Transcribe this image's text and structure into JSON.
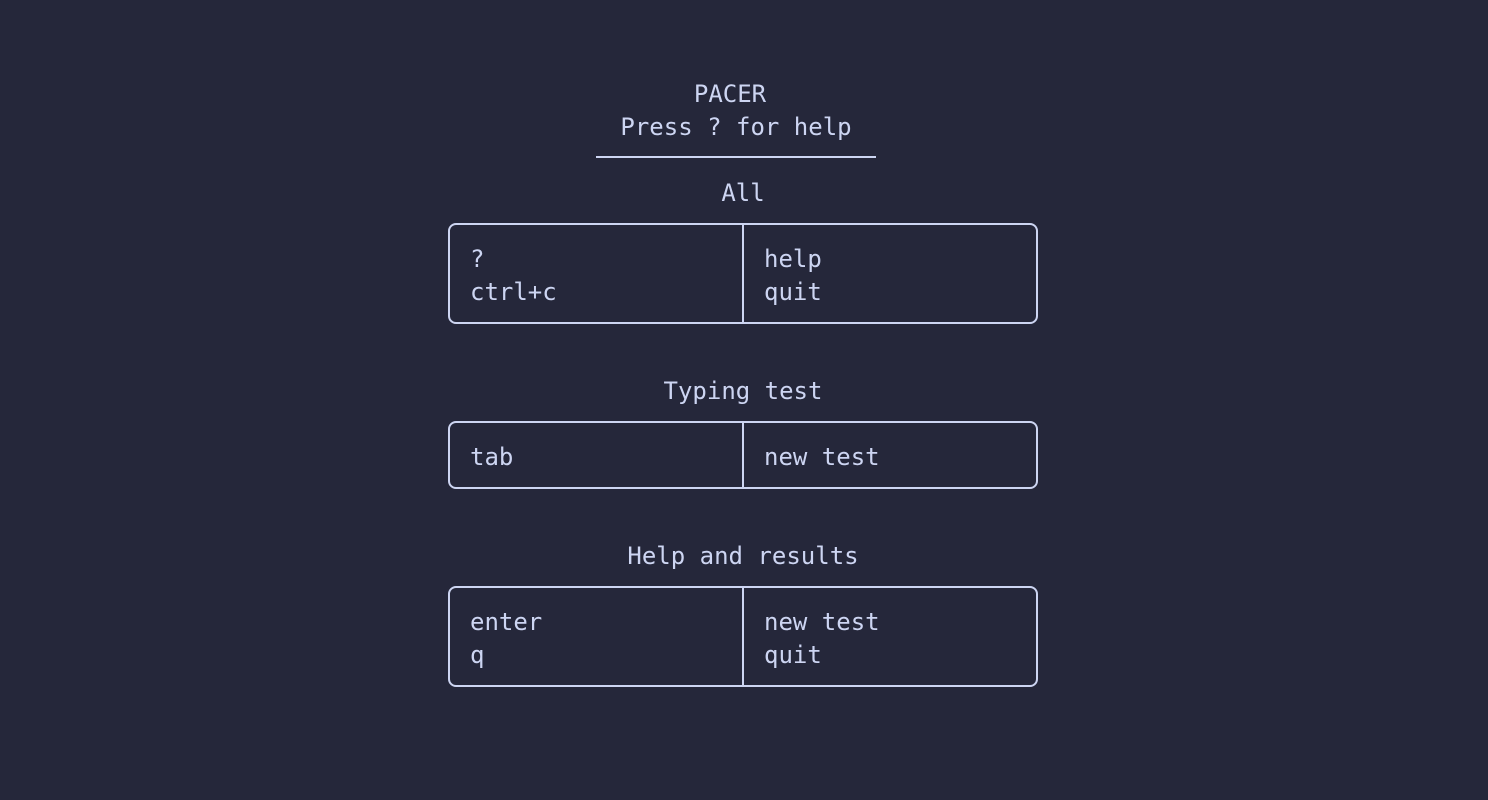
{
  "header": {
    "title": "PACER",
    "subtitle": "Press ? for help"
  },
  "sections": [
    {
      "title": "All",
      "bindings": [
        {
          "key": "?",
          "action": "help"
        },
        {
          "key": "ctrl+c",
          "action": "quit"
        }
      ]
    },
    {
      "title": "Typing test",
      "bindings": [
        {
          "key": "tab",
          "action": "new test"
        }
      ]
    },
    {
      "title": "Help and results",
      "bindings": [
        {
          "key": "enter",
          "action": "new test"
        },
        {
          "key": "q",
          "action": "quit"
        }
      ]
    }
  ],
  "colors": {
    "background": "#25273a",
    "foreground": "#cdd5f2"
  }
}
